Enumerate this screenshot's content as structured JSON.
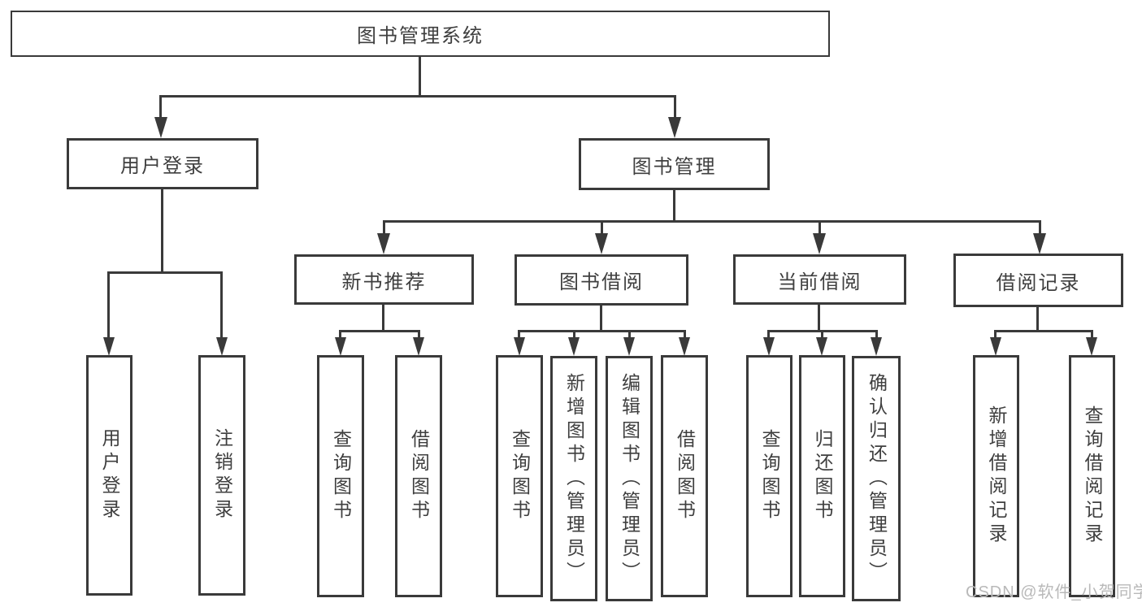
{
  "diagram_title": "图书管理系统",
  "tree": {
    "root": {
      "label": "图书管理系统",
      "children": [
        {
          "label": "用户登录",
          "children": [
            {
              "label": "用户登录"
            },
            {
              "label": "注销登录"
            }
          ]
        },
        {
          "label": "图书管理",
          "children": [
            {
              "label": "新书推荐",
              "children": [
                {
                  "label": "查询图书"
                },
                {
                  "label": "借阅图书"
                }
              ]
            },
            {
              "label": "图书借阅",
              "children": [
                {
                  "label": "查询图书"
                },
                {
                  "label": "新增图书（管理员）"
                },
                {
                  "label": "编辑图书（管理员）"
                },
                {
                  "label": "借阅图书"
                }
              ]
            },
            {
              "label": "当前借阅",
              "children": [
                {
                  "label": "查询图书"
                },
                {
                  "label": "归还图书"
                },
                {
                  "label": "确认归还（管理员）"
                }
              ]
            },
            {
              "label": "借阅记录",
              "children": [
                {
                  "label": "新增借阅记录"
                },
                {
                  "label": "查询借阅记录"
                }
              ]
            }
          ]
        }
      ]
    }
  },
  "watermark": {
    "text": "CSDN @软件_小贺同学"
  },
  "colors": {
    "line": "#3a3a3a",
    "text": "#3f3f3f",
    "box_background": "#ffffff",
    "watermark": "#b9b9b9"
  }
}
